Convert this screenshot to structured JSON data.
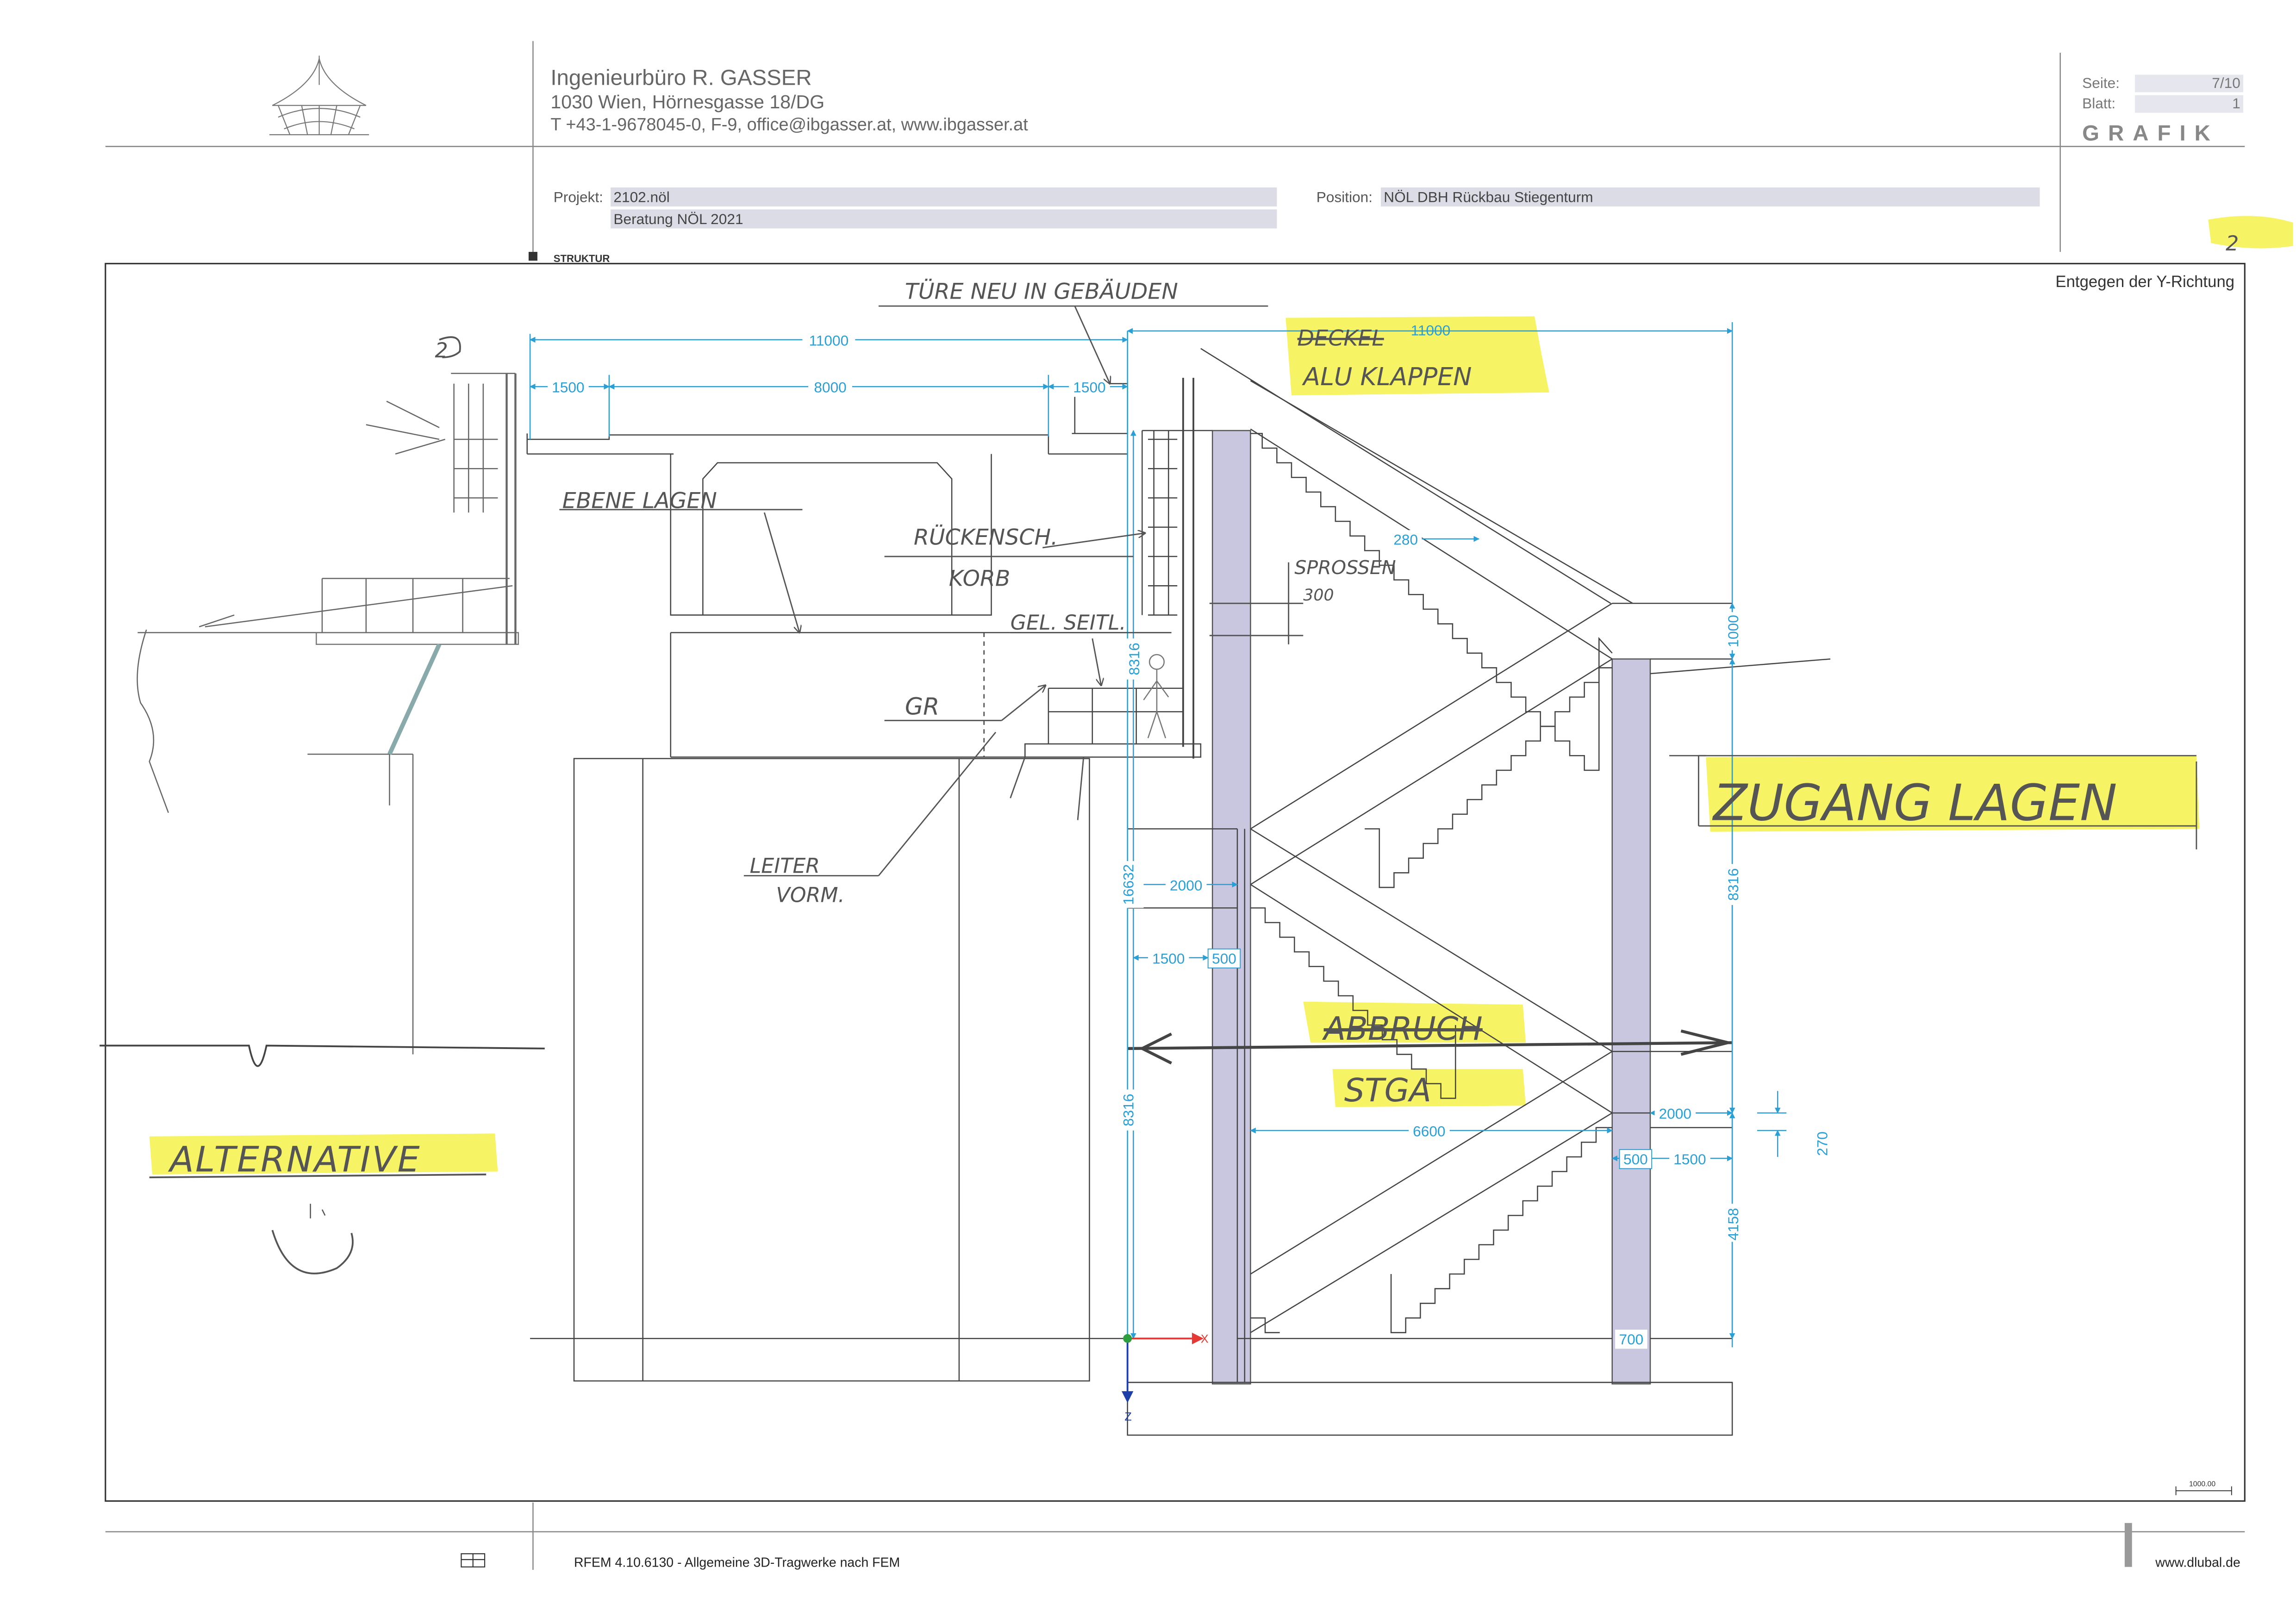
{
  "header": {
    "company": "Ingenieurbüro R. GASSER",
    "address": "1030 Wien, Hörnesgasse 18/DG",
    "contact": "T +43-1-9678045-0,  F-9,  office@ibgasser.at,  www.ibgasser.at",
    "seite_label": "Seite:",
    "seite_value": "7/10",
    "blatt_label": "Blatt:",
    "blatt_value": "1",
    "section": "GRAFIK",
    "projekt_label": "Projekt:",
    "projekt_value": "2102.nöl",
    "projekt_sub": "Beratung NÖL 2021",
    "position_label": "Position:",
    "position_value": "NÖL DBH Rückbau Stiegenturm",
    "struktur": "STRUKTUR"
  },
  "drawing": {
    "view_label": "Entgegen der Y-Richtung",
    "dimensions": {
      "d11000_top": "11000",
      "d1500_left": "1500",
      "d8000": "8000",
      "d1500_right": "1500",
      "d11000_right": "11000",
      "d280": "280",
      "d1000": "1000",
      "d8316_upper": "8316",
      "d16632": "16632",
      "d2000_left": "2000",
      "d1500_mid": "1500",
      "d500_mid": "500",
      "d8316_right": "8316",
      "d8316_lower": "8316",
      "d6600": "6600",
      "d2000_right": "2000",
      "d500_right": "500",
      "d1500_right_low": "1500",
      "d270": "270",
      "d4158": "4158",
      "d700": "700"
    },
    "axes": {
      "x": "X",
      "z": "Z"
    },
    "scale_bar": "1000.00",
    "annotations": {
      "page_mark": "2",
      "num_2": "2",
      "tune_neu": "TÜRE NEU IN GEBÄUDEN",
      "deckel": "DECKEL",
      "alu_klappen": "ALU KLAPPEN",
      "ebene_lagen": "EBENE LAGEN",
      "rueckensch": "RÜCKENSCH.",
      "korb": "KORB",
      "sprossen": "SPROSSEN",
      "sprossen_val": "300",
      "gel_seitl": "GEL. SEITL.",
      "gr": "GR",
      "leiter": "LEITER",
      "vorm": "VORM.",
      "zugang_lagen": "ZUGANG LAGEN",
      "abbruch": "ABBRUCH",
      "stga": "STGA",
      "alternative": "ALTERNATIVE"
    }
  },
  "footer": {
    "software": "RFEM 4.10.6130 - Allgemeine 3D-Tragwerke nach FEM",
    "website": "www.dlubal.de"
  },
  "colors": {
    "dimension": "#2a9fd6",
    "highlight": "#f4f24a",
    "wall_fill": "#c9c6e0",
    "pencil": "#555555",
    "field_bg": "#dcdce6"
  }
}
